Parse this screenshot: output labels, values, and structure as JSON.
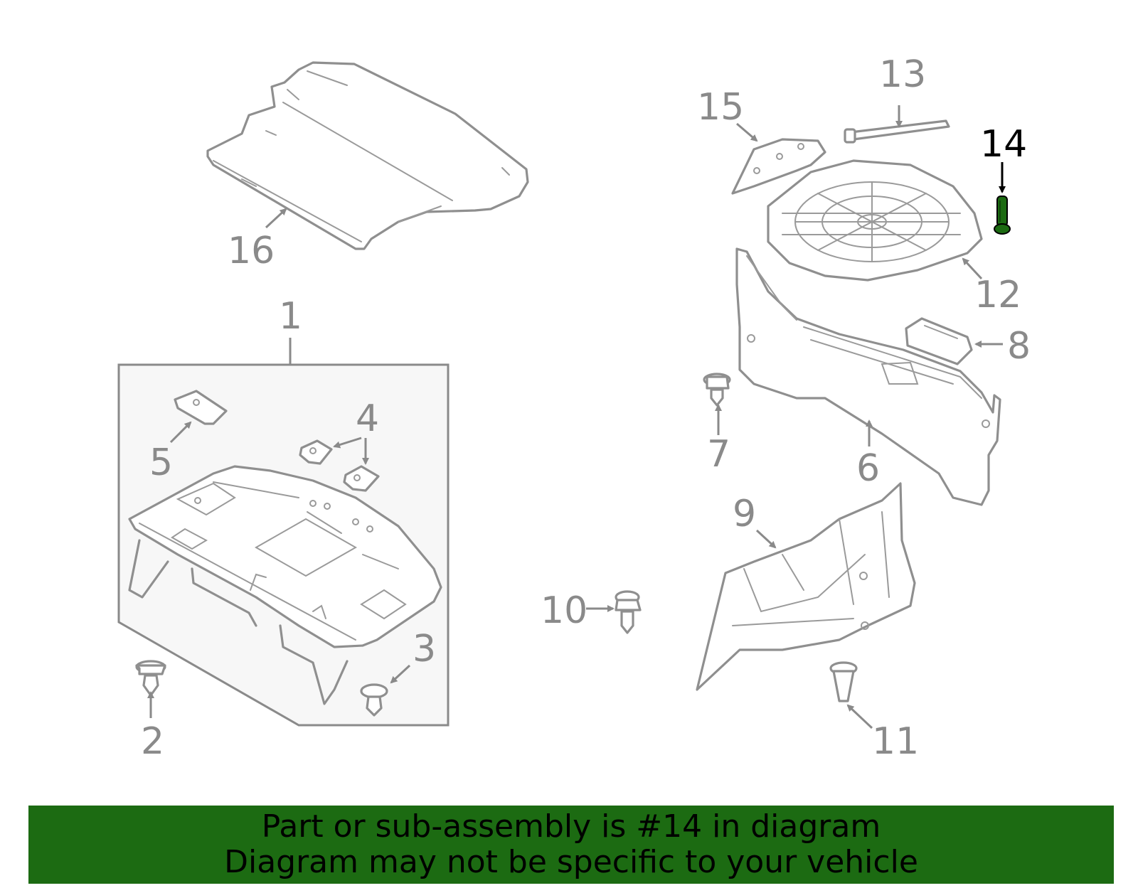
{
  "callouts": {
    "c1": "1",
    "c2": "2",
    "c3": "3",
    "c4": "4",
    "c5": "5",
    "c6": "6",
    "c7": "7",
    "c8": "8",
    "c9": "9",
    "c10": "10",
    "c11": "11",
    "c12": "12",
    "c13": "13",
    "c14": "14",
    "c15": "15",
    "c16": "16"
  },
  "highlight": {
    "part": "14",
    "color": "#1c6b12"
  },
  "banner": {
    "line1": "Part or sub-assembly is #14 in diagram",
    "line2": "Diagram may not be specific to your vehicle",
    "color": "#1c6b12"
  }
}
